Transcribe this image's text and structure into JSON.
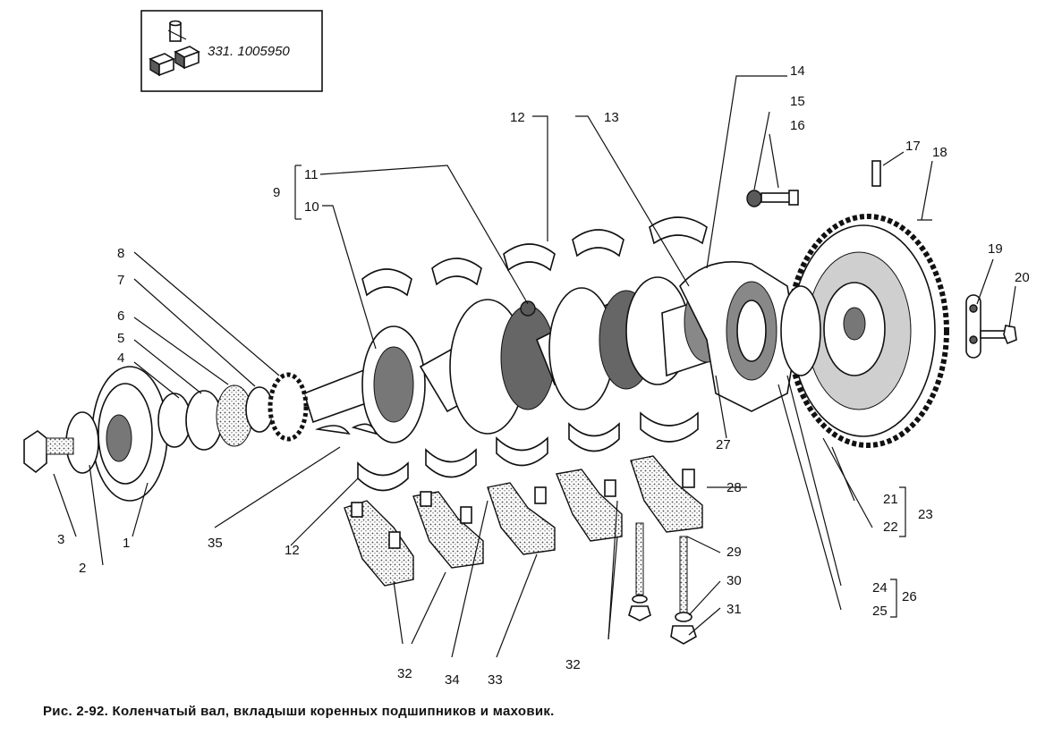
{
  "figure": {
    "caption": "Рис. 2-92. Коленчатый вал, вкладыши коренных подшипников и маховик.",
    "catalog_code": "331. 1005950"
  },
  "callouts": {
    "c1": "1",
    "c2": "2",
    "c3": "3",
    "c4": "4",
    "c5": "5",
    "c6": "6",
    "c7": "7",
    "c8": "8",
    "c9": "9",
    "c10": "10",
    "c11": "11",
    "c12a": "12",
    "c12b": "12",
    "c13": "13",
    "c14": "14",
    "c15": "15",
    "c16": "16",
    "c17": "17",
    "c18": "18",
    "c19": "19",
    "c20": "20",
    "c21": "21",
    "c22": "22",
    "c23": "23",
    "c24": "24",
    "c25": "25",
    "c26": "26",
    "c27": "27",
    "c28": "28",
    "c29": "29",
    "c30": "30",
    "c31": "31",
    "c32a": "32",
    "c32b": "32",
    "c33": "33",
    "c34": "34",
    "c35": "35"
  }
}
